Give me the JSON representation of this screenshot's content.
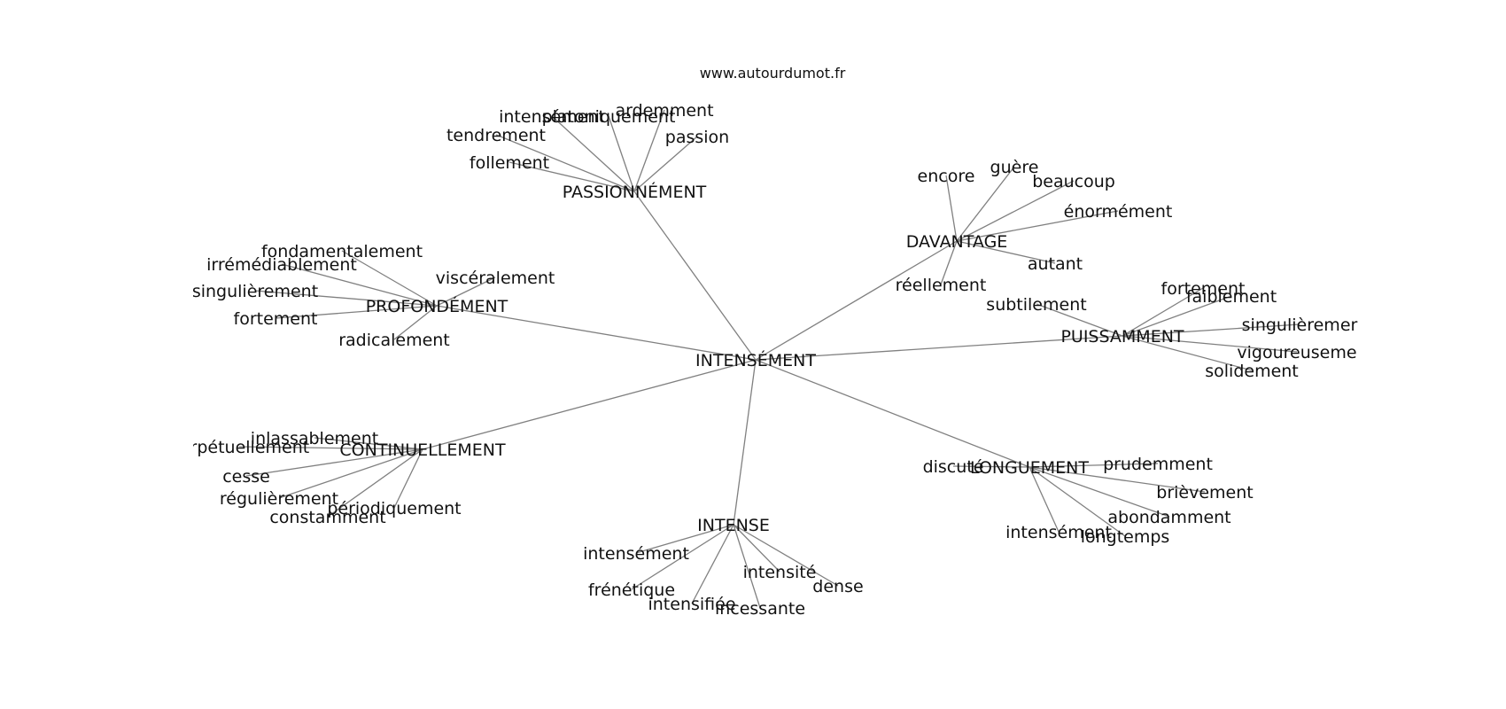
{
  "site": "www.autourdumot.fr",
  "center": "INTENSÉMENT",
  "clusters": [
    {
      "hub": "PASSIONNÉMENT",
      "words": [
        "intensément",
        "platoniquement",
        "ardemment",
        "passion",
        "tendrement",
        "follement"
      ]
    },
    {
      "hub": "DAVANTAGE",
      "words": [
        "encore",
        "guère",
        "beaucoup",
        "énormément",
        "autant",
        "réellement"
      ]
    },
    {
      "hub": "PROFONDÉMENT",
      "words": [
        "fondamentalement",
        "irrémédiablement",
        "viscéralement",
        "singulièrement",
        "fortement",
        "radicalement"
      ]
    },
    {
      "hub": "PUISSAMMENT",
      "words": [
        "subtilement",
        "fortement",
        "faiblement",
        "singulièremer",
        "vigoureuseme",
        "solidement"
      ]
    },
    {
      "hub": "CONTINUELLEMENT",
      "words": [
        "inlassablement",
        "perpétuellement",
        "cesse",
        "régulièrement",
        "périodiquement",
        "constamment"
      ]
    },
    {
      "hub": "LONGUEMENT",
      "words": [
        "discuté",
        "prudemment",
        "brièvement",
        "abondamment",
        "intensément",
        "longtemps"
      ]
    },
    {
      "hub": "INTENSE",
      "words": [
        "intensément",
        "frénétique",
        "intensifiée",
        "intensité",
        "dense",
        "incessante"
      ]
    }
  ],
  "colors": {
    "edge": "#808080",
    "text": "#111111",
    "background": "#ffffff"
  }
}
